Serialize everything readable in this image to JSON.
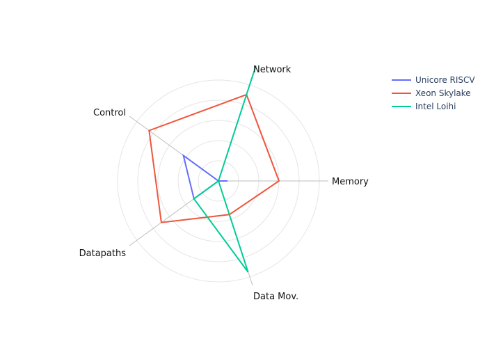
{
  "chart_data": {
    "type": "radar",
    "title": "",
    "axes": [
      "Memory",
      "Network",
      "Control",
      "Datapaths",
      "Data Mov."
    ],
    "range": [
      0,
      1
    ],
    "grid": true,
    "legend_position": "top-right",
    "series": [
      {
        "name": "Unicore RISCV",
        "color": "#636efa",
        "values": [
          0.09,
          0.0,
          0.43,
          0.3,
          0.0
        ]
      },
      {
        "name": "Xeon Skylake",
        "color": "#ef553b",
        "values": [
          0.6,
          0.9,
          0.85,
          0.7,
          0.35
        ]
      },
      {
        "name": "Intel Loihi",
        "color": "#00cc96",
        "values": [
          0.0,
          1.2,
          0.0,
          0.3,
          0.95
        ]
      }
    ]
  }
}
